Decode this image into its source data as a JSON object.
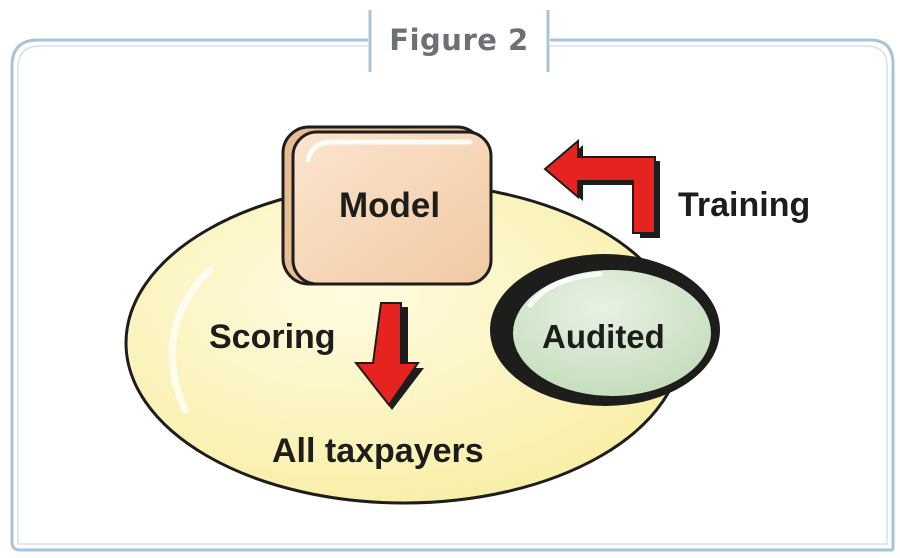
{
  "figure": {
    "title": "Figure 2"
  },
  "diagram": {
    "nodes": {
      "model": "Model",
      "audited": "Audited",
      "population": "All taxpayers"
    },
    "edges": {
      "scoring": "Scoring",
      "training": "Training"
    }
  },
  "colors": {
    "frame": "#a9c4d9",
    "population_fill": "#fbf3b4",
    "model_fill": "#f7d6b6",
    "audited_fill": "#cfe3c9",
    "arrow_fill": "#e52421",
    "outline": "#1d1d1b",
    "title_text": "#6d7074",
    "label_text": "#1d1d1b"
  }
}
